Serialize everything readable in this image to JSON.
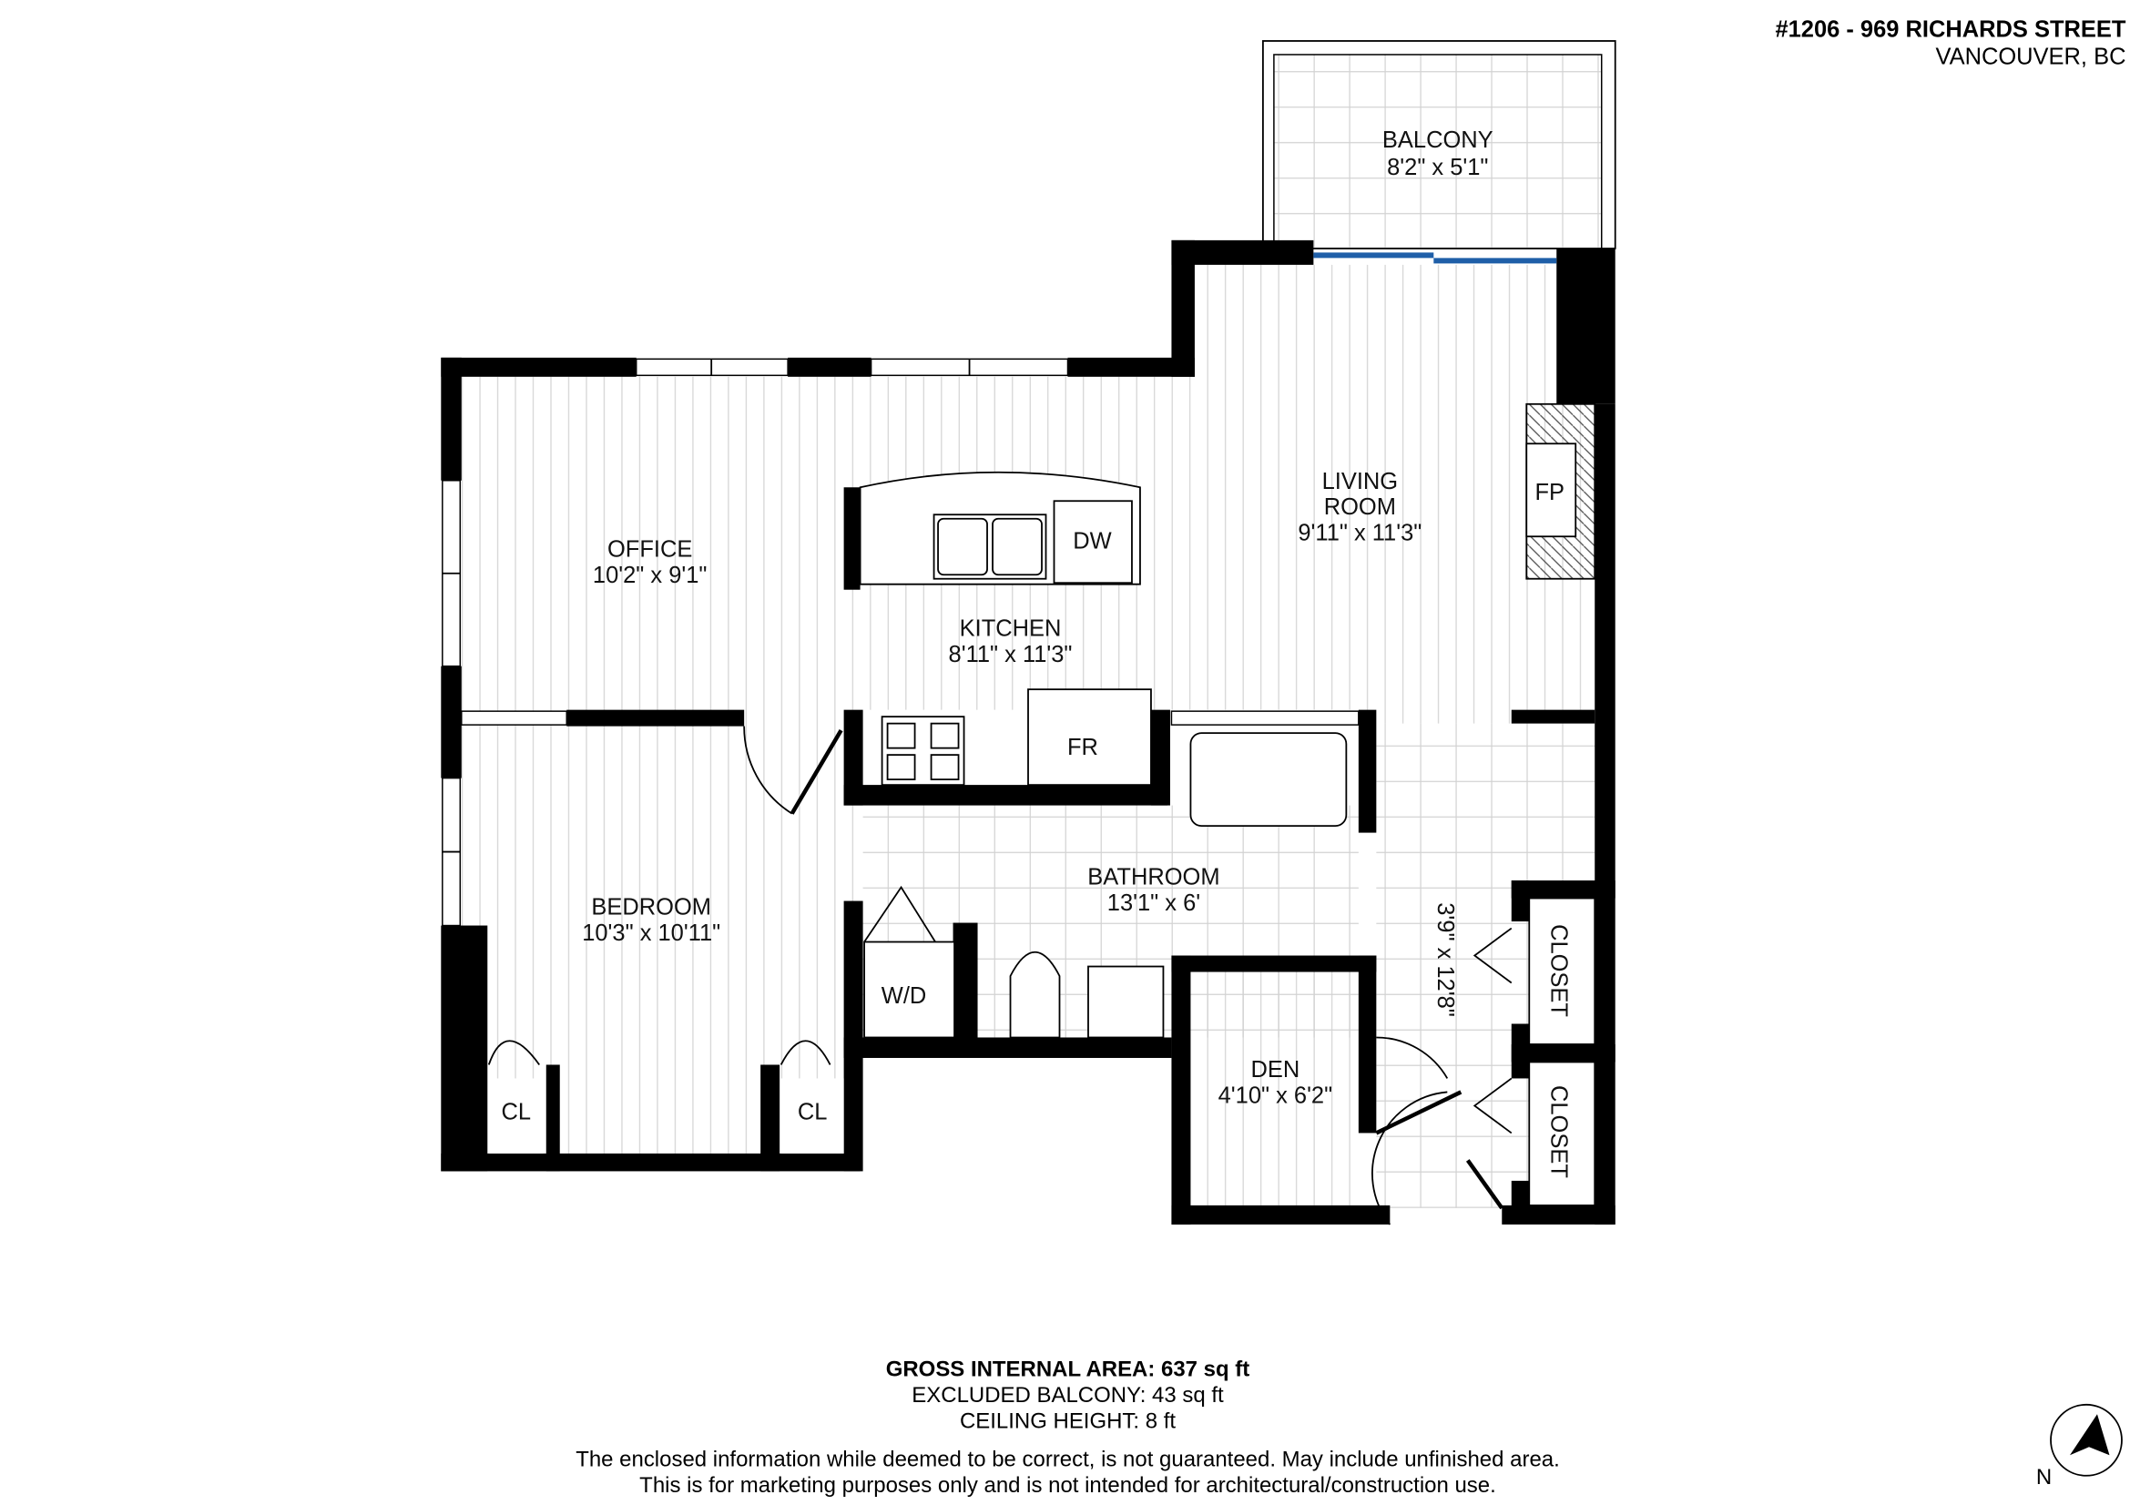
{
  "header": {
    "address": "#1206 - 969 RICHARDS STREET",
    "city": "VANCOUVER, BC"
  },
  "rooms": {
    "balcony": {
      "name": "BALCONY",
      "dims": "8'2\" x 5'1\""
    },
    "living": {
      "name_line1": "LIVING",
      "name_line2": "ROOM",
      "dims": "9'11\" x 11'3\""
    },
    "office": {
      "name": "OFFICE",
      "dims": "10'2\" x 9'1\""
    },
    "kitchen": {
      "name": "KITCHEN",
      "dims": "8'11\" x 11'3\""
    },
    "bedroom": {
      "name": "BEDROOM",
      "dims": "10'3\" x 10'11\""
    },
    "bathroom": {
      "name": "BATHROOM",
      "dims": "13'1\" x 6'"
    },
    "den": {
      "name": "DEN",
      "dims": "4'10\" x 6'2\""
    },
    "hall": {
      "dims": "3'9\" x 12'8\""
    }
  },
  "fixtures": {
    "dishwasher": "DW",
    "fridge": "FR",
    "fireplace": "FP",
    "washer_dryer": "W/D",
    "closet_left": "CL",
    "closet_right": "CL",
    "closet_upper": "CLOSET",
    "closet_lower": "CLOSET"
  },
  "footer": {
    "gross_area": "GROSS INTERNAL AREA: 637 sq ft",
    "excluded_balcony": "EXCLUDED BALCONY: 43 sq ft",
    "ceiling_height": "CEILING HEIGHT: 8 ft",
    "disclaimer_line1": "The enclosed information while deemed to be correct, is not guaranteed. May include unfinished area.",
    "disclaimer_line2": "This is for marketing purposes only and is not intended for architectural/construction use."
  },
  "compass": {
    "label": "N",
    "icon": "north-arrow-icon"
  },
  "colors": {
    "walls": "#000000",
    "floor_lines": "#cfcfcf",
    "balcony_door": "#1f5fa8"
  }
}
